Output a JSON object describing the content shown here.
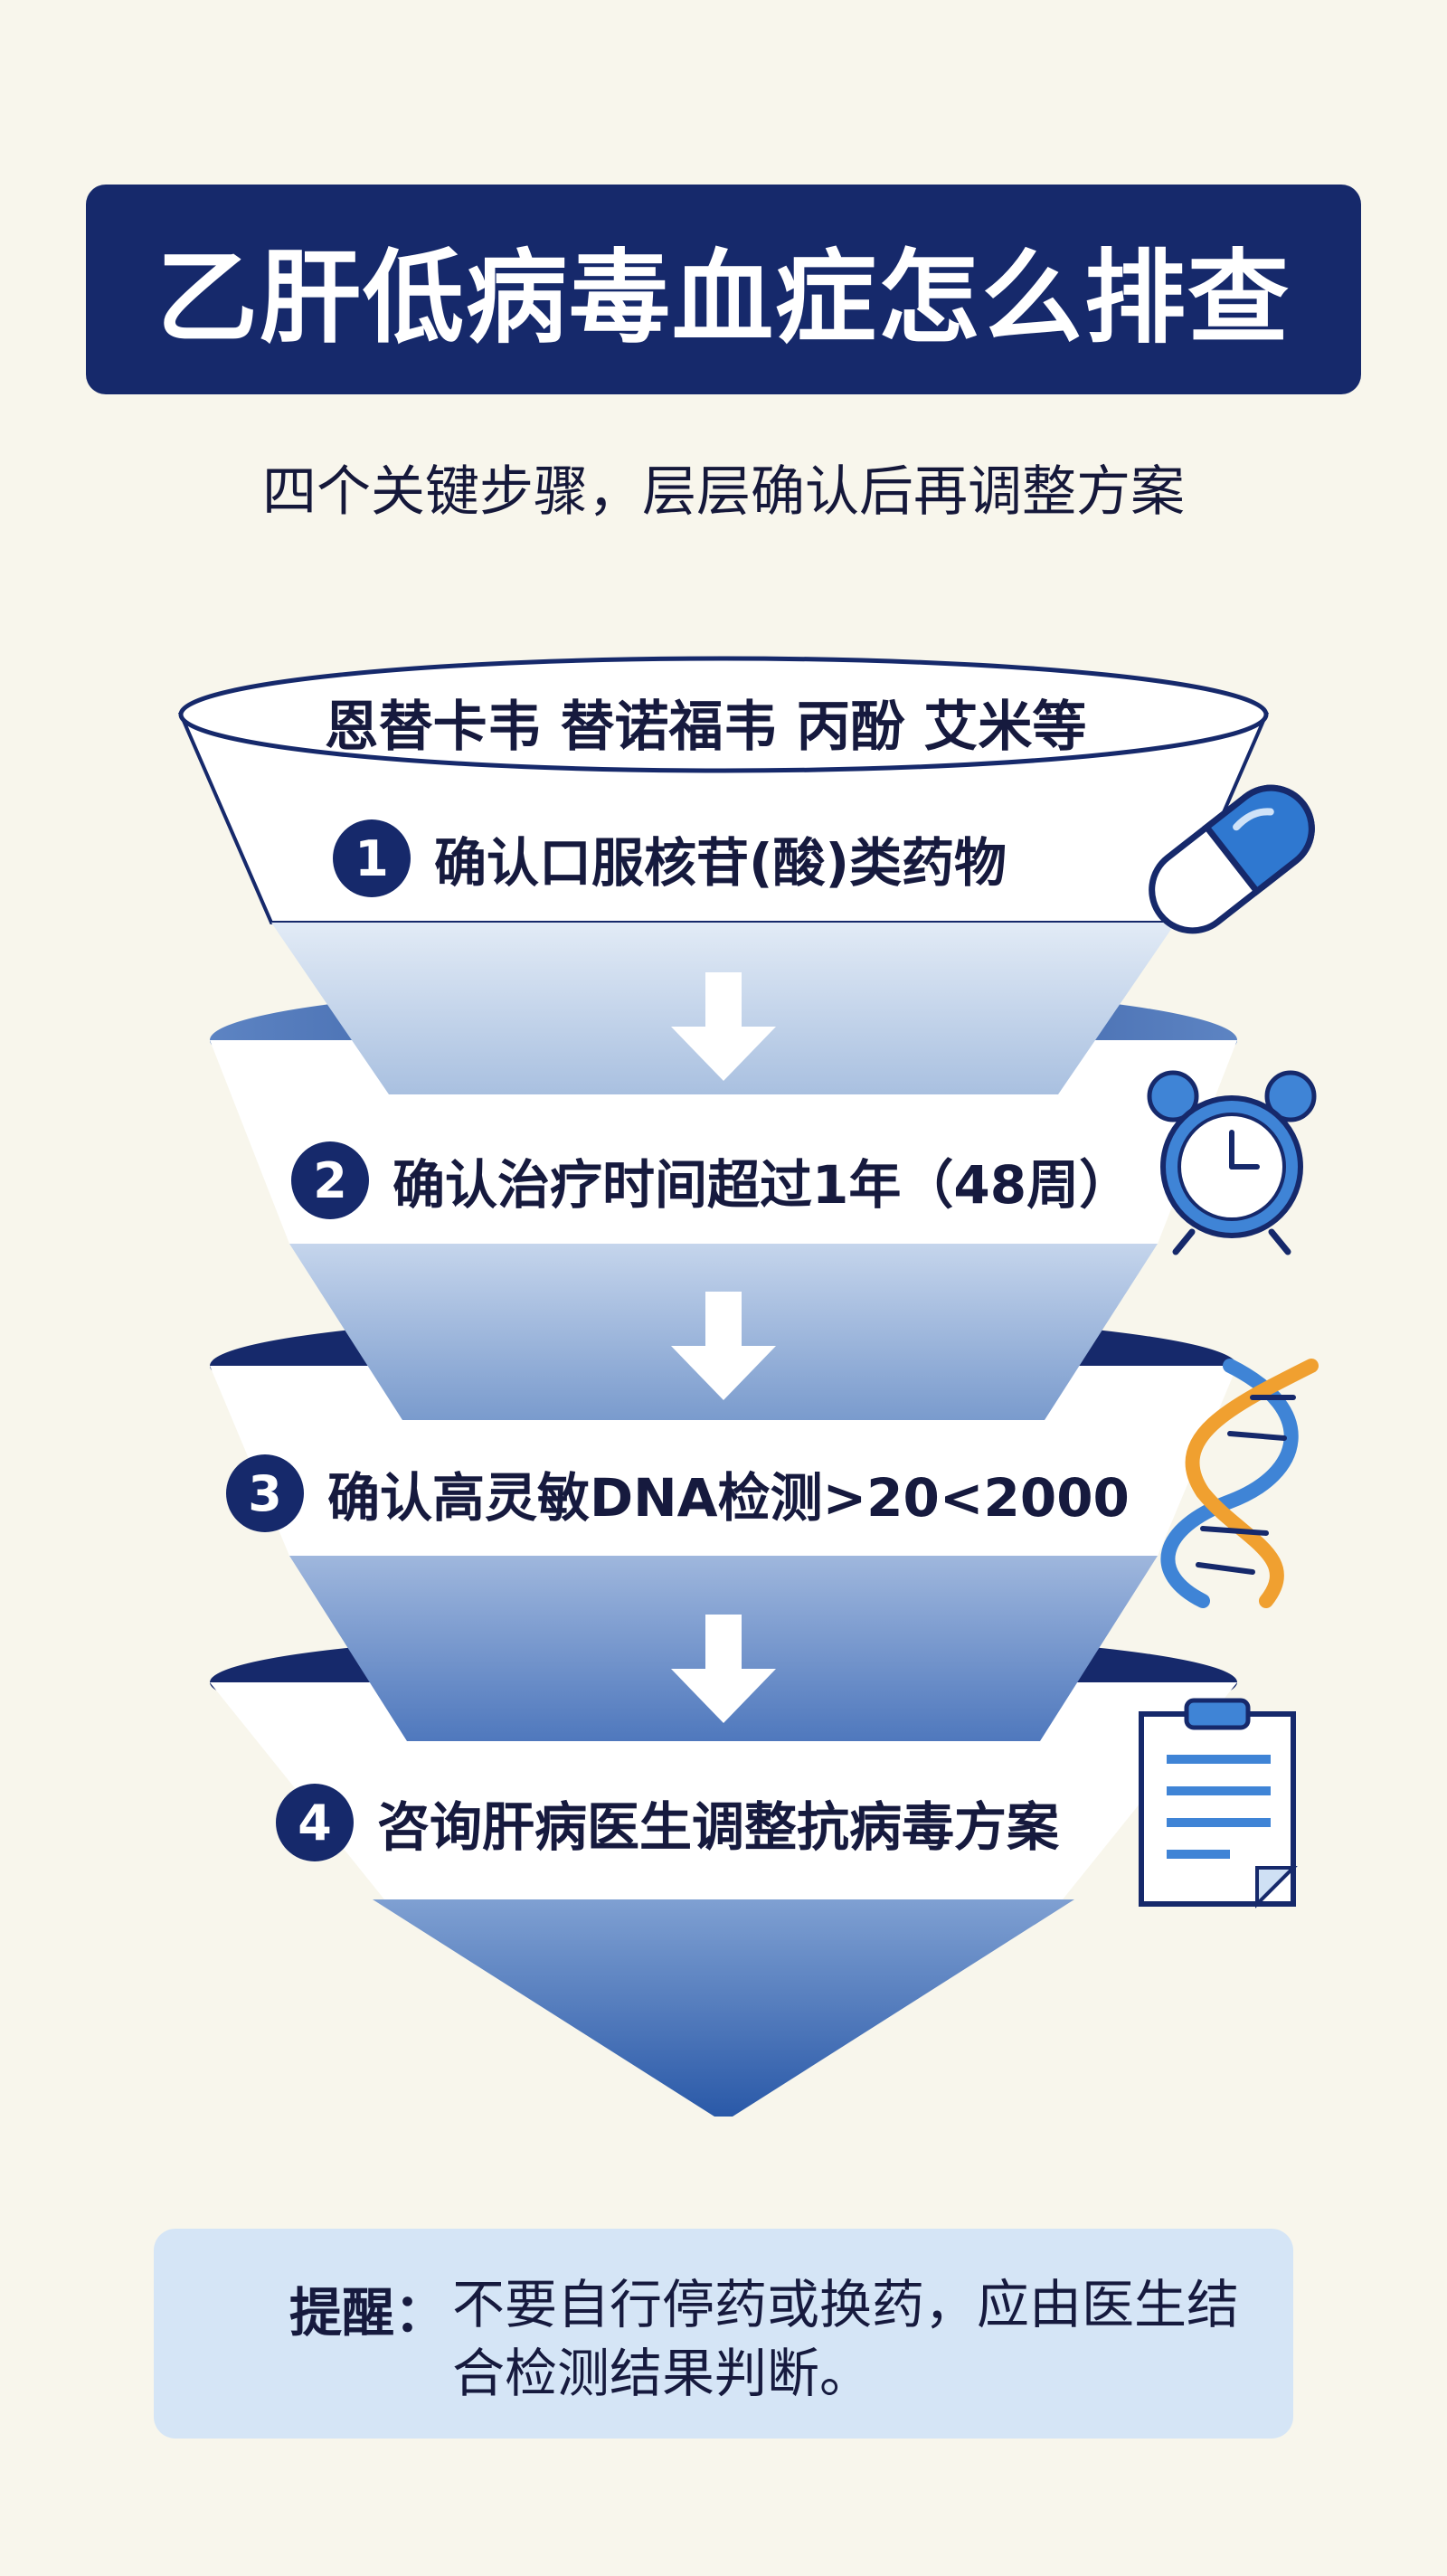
{
  "title": "乙肝低病毒血症怎么排查",
  "subtitle": "四个关键步骤，层层确认后再调整方案",
  "funnel_top_label": "恩替卡韦  替诺福韦  丙酚  艾米等",
  "steps": [
    {
      "number": "1",
      "text": "确认口服核苷(酸)类药物",
      "icon": "pill-icon"
    },
    {
      "number": "2",
      "text": "确认治疗时间超过1年（48周）",
      "icon": "alarm-clock-icon"
    },
    {
      "number": "3",
      "text": "确认高灵敏DNA检测>20<2000",
      "icon": "dna-icon"
    },
    {
      "number": "4",
      "text": "咨询肝病医生调整抗病毒方案",
      "icon": "clipboard-icon"
    }
  ],
  "reminder": {
    "label": "提醒：",
    "text": "不要自行停药或换药，应由医生结合检测结果判断。"
  },
  "colors": {
    "navy": "#16296b",
    "blue": "#3a67b0",
    "light_blue": "#d5e5f6",
    "background": "#f8f6ec"
  }
}
